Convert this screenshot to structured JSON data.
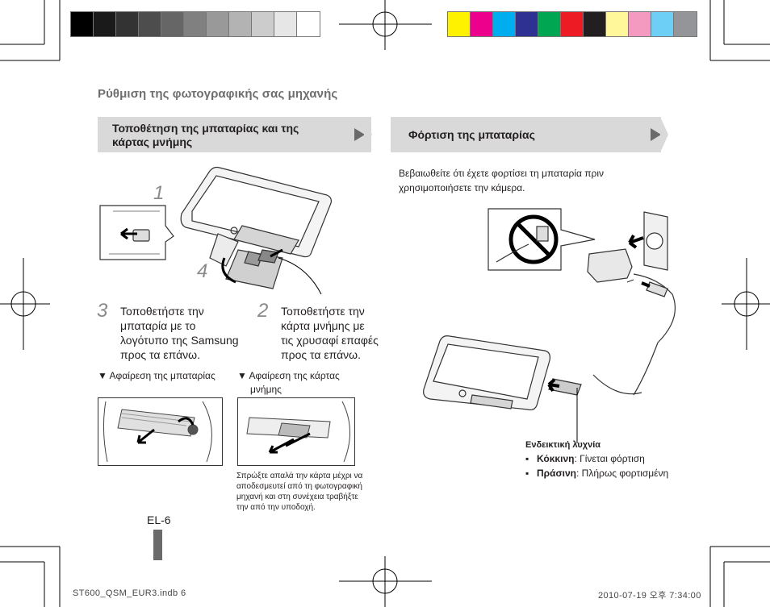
{
  "header": {
    "gray_swatches": [
      "#000000",
      "#1a1a1a",
      "#333333",
      "#4d4d4d",
      "#666666",
      "#808080",
      "#999999",
      "#b3b3b3",
      "#cccccc",
      "#e6e6e6",
      "#ffffff"
    ],
    "color_swatches": [
      "#fff200",
      "#ec008c",
      "#00aeef",
      "#2e3192",
      "#00a651",
      "#ed1c24",
      "#231f20",
      "#fff799",
      "#f49ac1",
      "#6dcff6",
      "#939598"
    ]
  },
  "section_title": "Ρύθμιση της φωτογραφικής σας μηχανής",
  "left_tab": {
    "line1": "Τοποθέτηση της μπαταρίας και της",
    "line2": "κάρτας μνήμης"
  },
  "right_tab": {
    "label": "Φόρτιση της μπαταρίας"
  },
  "left": {
    "step1_num": "1",
    "step4_num": "4",
    "step3": {
      "num": "3",
      "lines": [
        "Τοποθετήστε την",
        "μπαταρία με το",
        "λογότυπο της Samsung",
        "προς τα επάνω."
      ]
    },
    "step2": {
      "num": "2",
      "lines": [
        "Τοποθετήστε την",
        "κάρτα μνήμης με",
        "τις χρυσαφί επαφές",
        "προς τα επάνω."
      ]
    },
    "remove_battery": "▼ Αφαίρεση της μπαταρίας",
    "remove_card_lines": [
      "▼ Αφαίρεση της κάρτας",
      "μνήμης"
    ],
    "card_note_lines": [
      "Σπρώξτε απαλά την κάρτα μέχρι να",
      "αποδεσμευτεί από τη φωτογραφική",
      "μηχανή και στη συνέχεια τραβήξτε",
      "την από την υποδοχή."
    ]
  },
  "right": {
    "intro_lines": [
      "Βεβαιωθείτε ότι έχετε φορτίσει τη μπαταρία πριν",
      "χρησιμοποιήσετε την κάμερα."
    ],
    "indicator_title": "Ενδεικτική λυχνία",
    "items": [
      {
        "bullet": "▪",
        "label": "Κόκκινη",
        "text": ": Γίνεται φόρτιση"
      },
      {
        "bullet": "▪",
        "label": "Πράσινη",
        "text": ": Πλήρως φορτισμένη"
      }
    ]
  },
  "page_number": "EL-6",
  "footer": {
    "file": "ST600_QSM_EUR3.indb   6",
    "timestamp": "2010-07-19   오후 7:34:00"
  }
}
